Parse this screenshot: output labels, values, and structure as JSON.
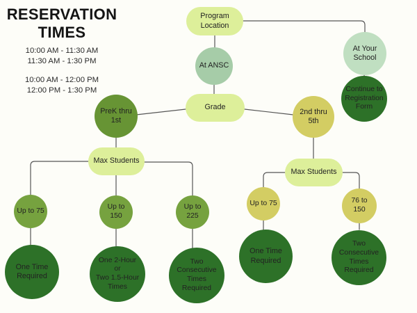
{
  "header": {
    "title_line1": "RESERVATION",
    "title_line2": "TIMES",
    "ansc_times": [
      "10:00 AM - 11:30 AM",
      "11:30 AM - 1:30 PM"
    ],
    "school_times": [
      "10:00 AM - 12:00 PM",
      "12:00 PM - 1:30 PM"
    ]
  },
  "flowchart": {
    "program_location": "Program\nLocation",
    "grade": "Grade",
    "ansc_branch": {
      "at_ansc": "At ANSC",
      "prek_thru_1st": "PreK thru\n1st",
      "max_students": "Max Students",
      "up_to_75": "Up to 75",
      "up_to_150": "Up to\n150",
      "up_to_225": "Up to\n225",
      "req_75": "One Time\nRequired",
      "req_150": "One 2-Hour\nor\nTwo 1.5-Hour\nTimes",
      "req_225": "Two\nConsecutive\nTimes\nRequired"
    },
    "school_branch": {
      "at_your_school": "At Your\nSchool",
      "continue_form": "Continue to\nRegistration\nForm",
      "second_thru_5th": "2nd thru\n5th",
      "max_students": "Max Students",
      "up_to_75": "Up to 75",
      "s76_to_150": "76 to\n150",
      "req_75": "One Time\nRequired",
      "req_150": "Two\nConsecutive\nTimes\nRequired"
    }
  },
  "colors": {
    "pill": "#ddef9a",
    "sage": "#a6cca8",
    "mint": "#c0dfc1",
    "dark_green": "#2d7128",
    "olive_dark": "#679434",
    "olive": "#76a23f",
    "yellow_green": "#d3cd63",
    "connector_line": "#555555",
    "background": "#fdfdf8",
    "text": "#222222"
  }
}
